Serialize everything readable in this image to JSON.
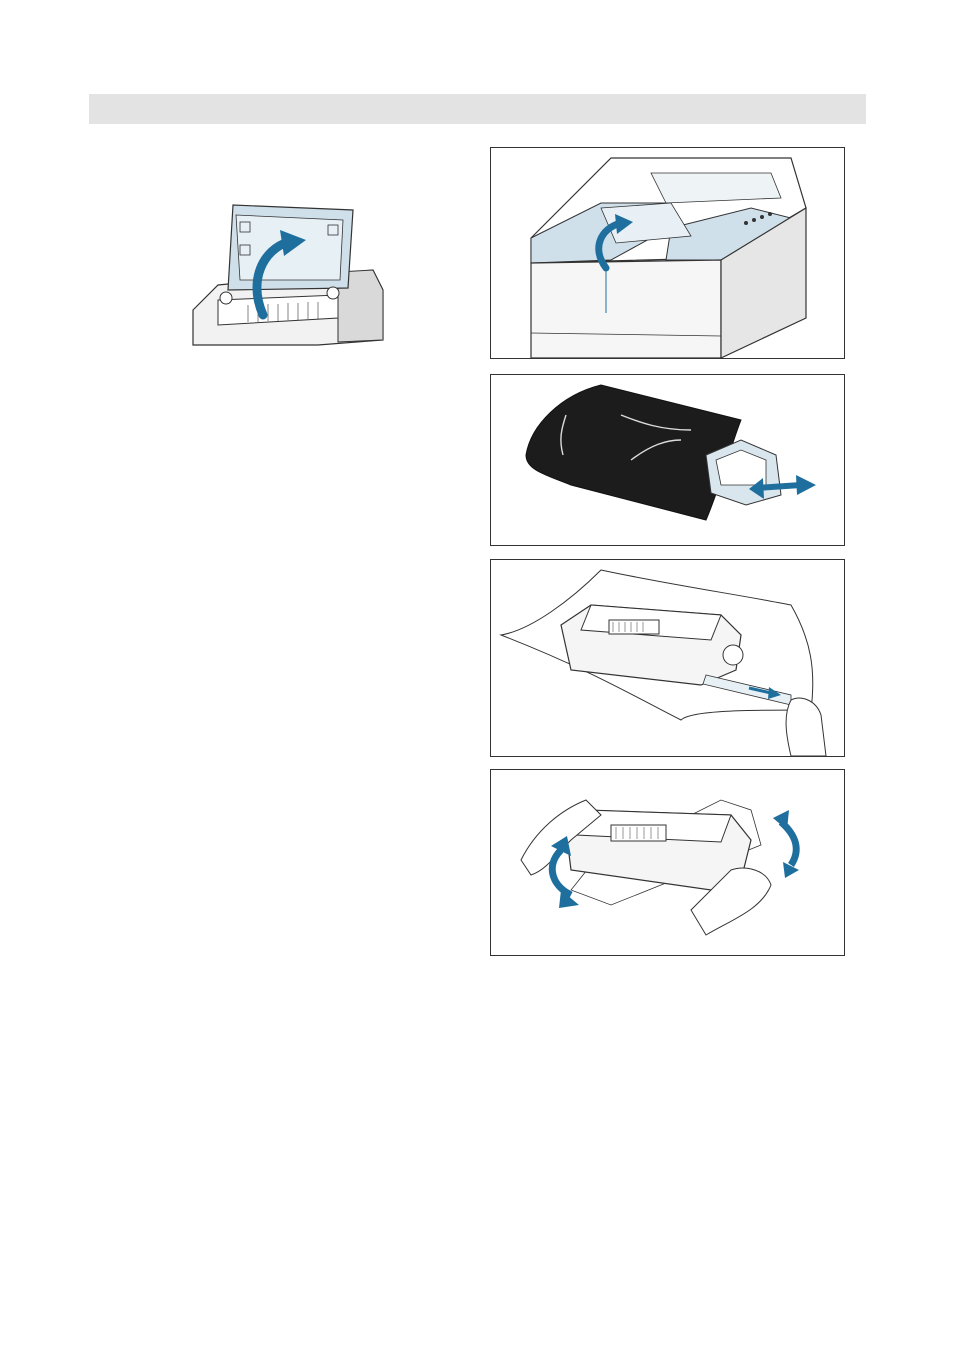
{
  "page": {
    "header": "",
    "background": "#ffffff",
    "header_bar_color": "#e3e3e3"
  },
  "figures": [
    {
      "id": "printer-inside-cover",
      "icon": "open-inner-cover-illustration"
    },
    {
      "id": "printer-top-cover",
      "icon": "open-top-cover-illustration"
    },
    {
      "id": "cartridge-bag",
      "icon": "remove-cartridge-from-bag-illustration"
    },
    {
      "id": "cartridge-tape",
      "icon": "pull-sealing-tape-illustration"
    },
    {
      "id": "cartridge-rock",
      "icon": "rock-cartridge-illustration"
    }
  ],
  "colors": {
    "accent": "#1f6f9e",
    "printer_blue": "#cfe0ea",
    "bag_black": "#1c1c1c",
    "line": "#333333"
  }
}
